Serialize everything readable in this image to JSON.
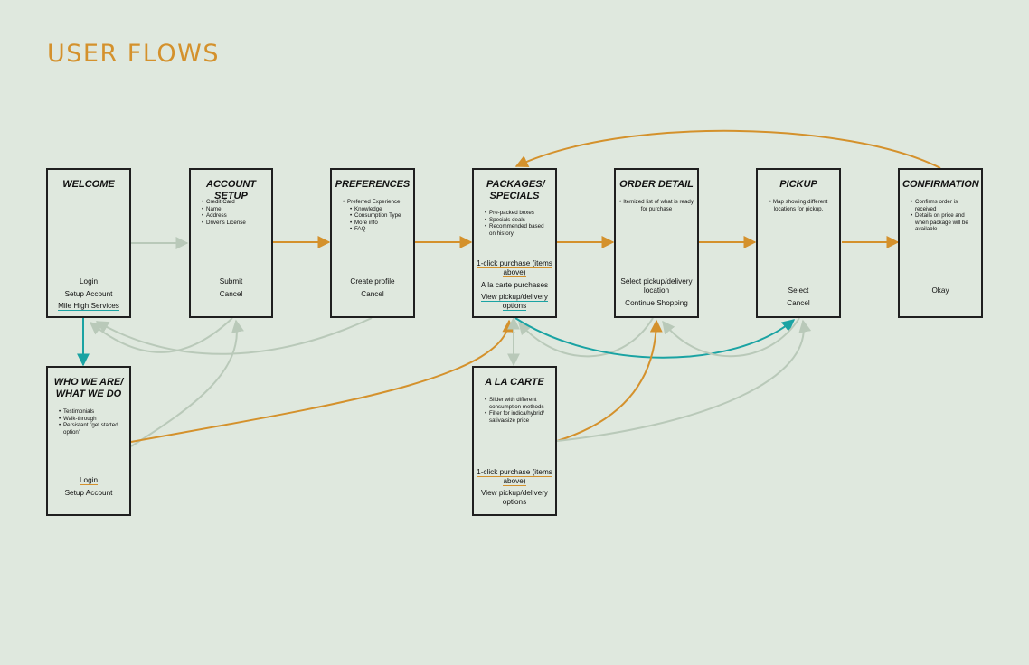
{
  "page": {
    "title": "USER FLOWS"
  },
  "colors": {
    "background": "#dfe8de",
    "title": "#d4912c",
    "primary_flow": "#d4912c",
    "secondary_flow": "#1aa3a3",
    "back_flow": "#b9c9b9",
    "box_border": "#1f1f1f"
  },
  "screens": {
    "welcome": {
      "title": "WELCOME",
      "bullets": [],
      "actions": [
        "Login",
        "Setup Account",
        "Mile High Services"
      ]
    },
    "account_setup": {
      "title": "ACCOUNT SETUP",
      "bullets": [
        "Credit Card",
        "Name",
        "Address",
        "Driver's License"
      ],
      "actions": [
        "Submit",
        "Cancel"
      ]
    },
    "preferences": {
      "title": "PREFERENCES",
      "bullets": [
        "Preferred Experience",
        "Knowledge",
        "Consumption Type",
        "More info",
        "FAQ"
      ],
      "actions": [
        "Create profile",
        "Cancel"
      ]
    },
    "packages": {
      "title": "PACKAGES/ SPECIALS",
      "bullets": [
        "Pre-packed boxes",
        "Specials deals",
        "Recommended based on history"
      ],
      "actions": [
        "1-click purchase (items above)",
        "A la carte purchases",
        "View pickup/delivery options"
      ]
    },
    "order_detail": {
      "title": "ORDER DETAIL",
      "bullets": [
        "Itemized list of what is ready for purchase"
      ],
      "actions": [
        "Select pickup/delivery location",
        "Continue Shopping"
      ]
    },
    "pickup": {
      "title": "PICKUP",
      "bullets": [
        "Map showing different locations for pickup."
      ],
      "actions": [
        "Select",
        "Cancel"
      ]
    },
    "confirmation": {
      "title": "CONFIRMATION",
      "bullets": [
        "Confirms order is received",
        "Details on price and when package will be available"
      ],
      "actions": [
        "Okay"
      ]
    },
    "who_we_are": {
      "title": "WHO WE ARE/ WHAT WE DO",
      "bullets": [
        "Testimonials",
        "Walk-through",
        "Persistant \"get started option\""
      ],
      "actions": [
        "Login",
        "Setup Account"
      ]
    },
    "a_la_carte": {
      "title": "A LA CARTE",
      "bullets": [
        "Slider with different consumption methods",
        "Filter for indica/hybrid/ sativa/size price"
      ],
      "actions": [
        "1-click purchase (items above)",
        "View pickup/delivery options"
      ]
    }
  }
}
